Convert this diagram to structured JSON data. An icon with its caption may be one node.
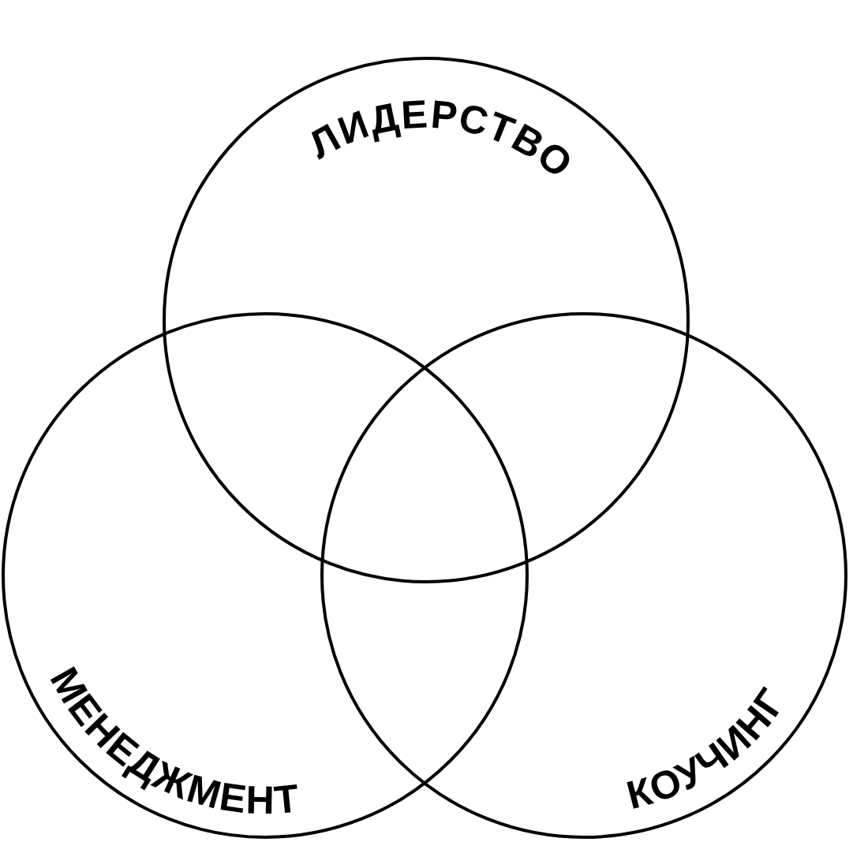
{
  "diagram": {
    "nodes": [
      {
        "text": [
          "ЛИДЕРСТВО"
        ]
      },
      {
        "text": [
          "МЕНЕДЖМЕНТ"
        ]
      },
      {
        "text": [
          "КОУЧИНГ"
        ]
      }
    ]
  }
}
